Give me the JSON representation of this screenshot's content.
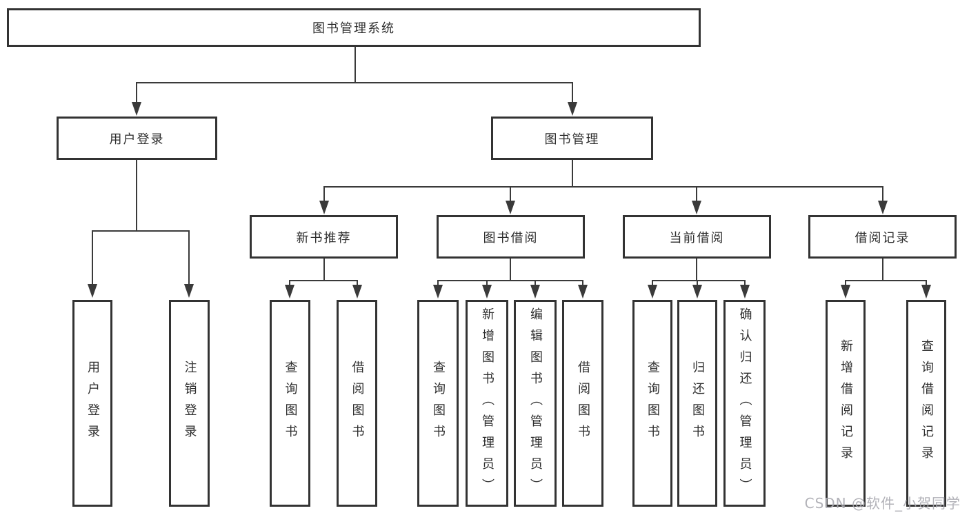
{
  "colors": {
    "line": "#3a3a3a",
    "node_border": "#333333",
    "node_text": "#2e2e2e",
    "background": "#ffffff",
    "watermark": "#aaaab0"
  },
  "diagram": {
    "root": {
      "label": "图书管理系统"
    },
    "level2": [
      {
        "label": "用户登录"
      },
      {
        "label": "图书管理"
      }
    ],
    "level3": [
      {
        "label": "新书推荐"
      },
      {
        "label": "图书借阅"
      },
      {
        "label": "当前借阅"
      },
      {
        "label": "借阅记录"
      }
    ],
    "leaves": {
      "user_login": [
        "用户登录",
        "注销登录"
      ],
      "new_books": [
        "查询图书",
        "借阅图书"
      ],
      "book_borrow": [
        "查询图书",
        "新增图书（管理员）",
        "编辑图书（管理员）",
        "借阅图书"
      ],
      "current_borrow": [
        "查询图书",
        "归还图书",
        "确认归还（管理员）"
      ],
      "borrow_records": [
        "新增借阅记录",
        "查询借阅记录"
      ]
    }
  },
  "watermark": {
    "text": "CSDN @软件_小贺同学"
  }
}
